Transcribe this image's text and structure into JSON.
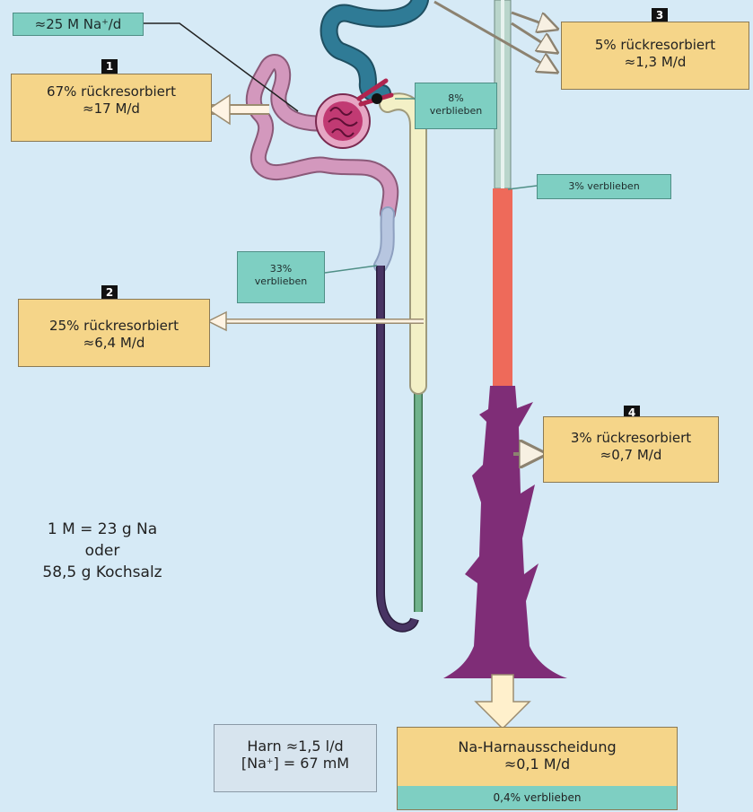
{
  "input_label": {
    "prefix": "≈25 M Na",
    "sup": "+",
    "suffix": "/d"
  },
  "steps": [
    {
      "number": "1",
      "line1": "67% rückresorbiert",
      "line2": "≈17 M/d"
    },
    {
      "number": "2",
      "line1": "25% rückresorbiert",
      "line2": "≈6,4 M/d"
    },
    {
      "number": "3",
      "line1": "5% rückresorbiert",
      "line2": "≈1,3 M/d"
    },
    {
      "number": "4",
      "line1": "3% rückresorbiert",
      "line2": "≈0,7 M/d"
    }
  ],
  "remaining": {
    "after_proximal": {
      "line1": "33%",
      "line2": "verblieben"
    },
    "after_loop": {
      "line1": "8%",
      "line2": "verblieben"
    },
    "after_distal": "3% verblieben",
    "final": "0,4% verblieben"
  },
  "conversion": {
    "line1": "1 M = 23 g Na",
    "line2": "oder",
    "line3": "58,5 g Kochsalz"
  },
  "urine": {
    "line1": "Harn ≈1,5 l/d",
    "line2_prefix": "[Na",
    "line2_sup": "+",
    "line2_suffix": "] = 67 mM"
  },
  "excretion": {
    "line1": "Na-Harnausscheidung",
    "line2": "≈0,1 M/d"
  },
  "colors": {
    "background": "#d6eaf6",
    "box_fill": "#f5d589",
    "tag_fill": "#7ecfc2",
    "proximal_tubule": "#d398bd",
    "loop_thin": "#483463",
    "loop_thick": "#f3f0c6",
    "distal_tubule": "#2f7b96",
    "collecting_duct_upper": "#b9d5cb",
    "collecting_duct_middle": "#ee6a5a",
    "collecting_duct_lower": "#7f2d77",
    "glomerulus": "#c13a73"
  }
}
